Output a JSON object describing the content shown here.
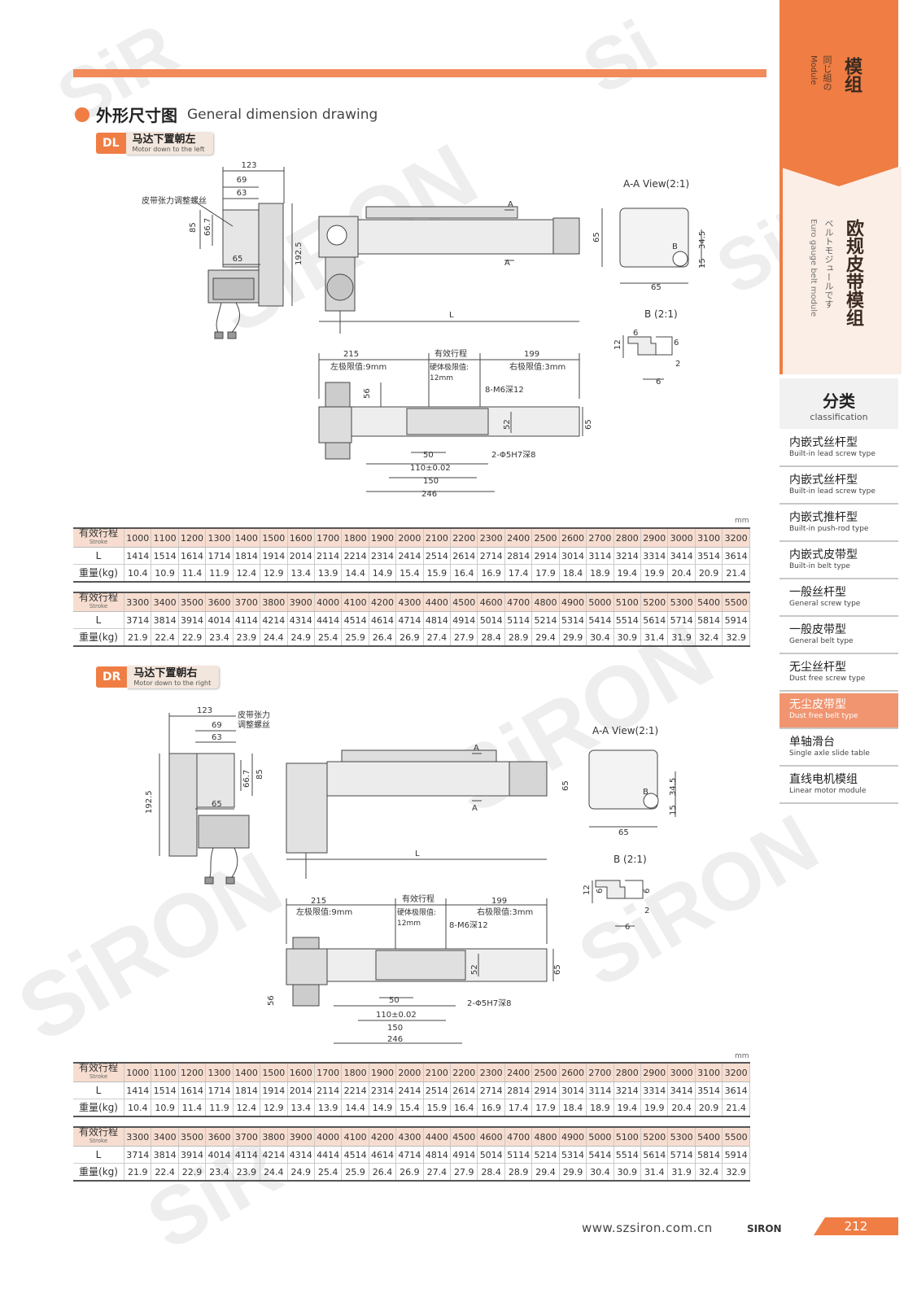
{
  "section": {
    "title_zh": "外形尺寸图",
    "title_en": "General dimension drawing"
  },
  "variants": [
    {
      "code": "DL",
      "title_zh": "马达下置朝左",
      "title_en": "Motor down to the left"
    },
    {
      "code": "DR",
      "title_zh": "马达下置朝右",
      "title_en": "Motor down to the right"
    }
  ],
  "drawing_labels": {
    "belt_screw": "皮带张力调整螺丝",
    "belt_screw_l1": "皮带张力",
    "belt_screw_l2": "调整螺丝",
    "aa_view": "A-A View(2:1)",
    "b_view": "B (2:1)",
    "effective_stroke": "有效行程",
    "left_limit": "左极限值:9mm",
    "right_limit": "右极限值:3mm",
    "hard_limit_l1": "硬体极限值:",
    "hard_limit_l2": "12mm",
    "m6": "8-M6深12",
    "pin": "2-Φ5H7深8",
    "tol": "110±0.02",
    "A": "A",
    "B": "B",
    "L": "L",
    "d123": "123",
    "d69": "69",
    "d63": "63",
    "d85": "85",
    "d667": "66.7",
    "d65": "65",
    "d1925": "192.5",
    "d215": "215",
    "d199": "199",
    "d56": "56",
    "d52": "52",
    "d50": "50",
    "d150": "150",
    "d246": "246",
    "d345": "34.5",
    "d15": "15",
    "d12": "12",
    "d6": "6",
    "d2": "2"
  },
  "tables": {
    "unit": "mm",
    "row_labels": {
      "stroke_zh": "有效行程",
      "stroke_en": "Stroke",
      "L": "L",
      "weight": "重量(kg)"
    },
    "part1": {
      "stroke": [
        "1000",
        "1100",
        "1200",
        "1300",
        "1400",
        "1500",
        "1600",
        "1700",
        "1800",
        "1900",
        "2000",
        "2100",
        "2200",
        "2300",
        "2400",
        "2500",
        "2600",
        "2700",
        "2800",
        "2900",
        "3000",
        "3100",
        "3200"
      ],
      "L": [
        "1414",
        "1514",
        "1614",
        "1714",
        "1814",
        "1914",
        "2014",
        "2114",
        "2214",
        "2314",
        "2414",
        "2514",
        "2614",
        "2714",
        "2814",
        "2914",
        "3014",
        "3114",
        "3214",
        "3314",
        "3414",
        "3514",
        "3614"
      ],
      "weight": [
        "10.4",
        "10.9",
        "11.4",
        "11.9",
        "12.4",
        "12.9",
        "13.4",
        "13.9",
        "14.4",
        "14.9",
        "15.4",
        "15.9",
        "16.4",
        "16.9",
        "17.4",
        "17.9",
        "18.4",
        "18.9",
        "19.4",
        "19.9",
        "20.4",
        "20.9",
        "21.4"
      ]
    },
    "part2": {
      "stroke": [
        "3300",
        "3400",
        "3500",
        "3600",
        "3700",
        "3800",
        "3900",
        "4000",
        "4100",
        "4200",
        "4300",
        "4400",
        "4500",
        "4600",
        "4700",
        "4800",
        "4900",
        "5000",
        "5100",
        "5200",
        "5300",
        "5400",
        "5500"
      ],
      "L": [
        "3714",
        "3814",
        "3914",
        "4014",
        "4114",
        "4214",
        "4314",
        "4414",
        "4514",
        "4614",
        "4714",
        "4814",
        "4914",
        "5014",
        "5114",
        "5214",
        "5314",
        "5414",
        "5514",
        "5614",
        "5714",
        "5814",
        "5914"
      ],
      "weight": [
        "21.9",
        "22.4",
        "22.9",
        "23.4",
        "23.9",
        "24.4",
        "24.9",
        "25.4",
        "25.9",
        "26.4",
        "26.9",
        "27.4",
        "27.9",
        "28.4",
        "28.9",
        "29.4",
        "29.9",
        "30.4",
        "30.9",
        "31.4",
        "31.9",
        "32.4",
        "32.9"
      ]
    }
  },
  "sidebar": {
    "module": {
      "zh": "模组",
      "jp": "同じ組の",
      "en": "Module"
    },
    "category": {
      "zh": "欧规皮带模组",
      "jp": "ベルトモジュールです",
      "en": "Euro gauge belt module"
    },
    "classification": {
      "zh": "分类",
      "en": "classification"
    },
    "items": [
      {
        "zh": "内嵌式丝杆型",
        "en": "Built-in lead screw type"
      },
      {
        "zh": "内嵌式丝杆型",
        "en": "Built-in lead screw type"
      },
      {
        "zh": "内嵌式推杆型",
        "en": "Built-in push-rod type"
      },
      {
        "zh": "内嵌式皮带型",
        "en": "Built-in belt type"
      },
      {
        "zh": "一般丝杆型",
        "en": "General screw type"
      },
      {
        "zh": "一般皮带型",
        "en": "General belt type"
      },
      {
        "zh": "无尘丝杆型",
        "en": "Dust free screw type"
      },
      {
        "zh": "无尘皮带型",
        "en": "Dust free belt type"
      },
      {
        "zh": "单轴滑台",
        "en": "Single axle slide table"
      },
      {
        "zh": "直线电机模组",
        "en": "Linear motor module"
      }
    ]
  },
  "footer": {
    "url": "www.szsiron.com.cn",
    "logo": "SIRON",
    "page": "212"
  },
  "colors": {
    "accent": "#ef7d44",
    "header_fill": "#f7ddd0"
  }
}
